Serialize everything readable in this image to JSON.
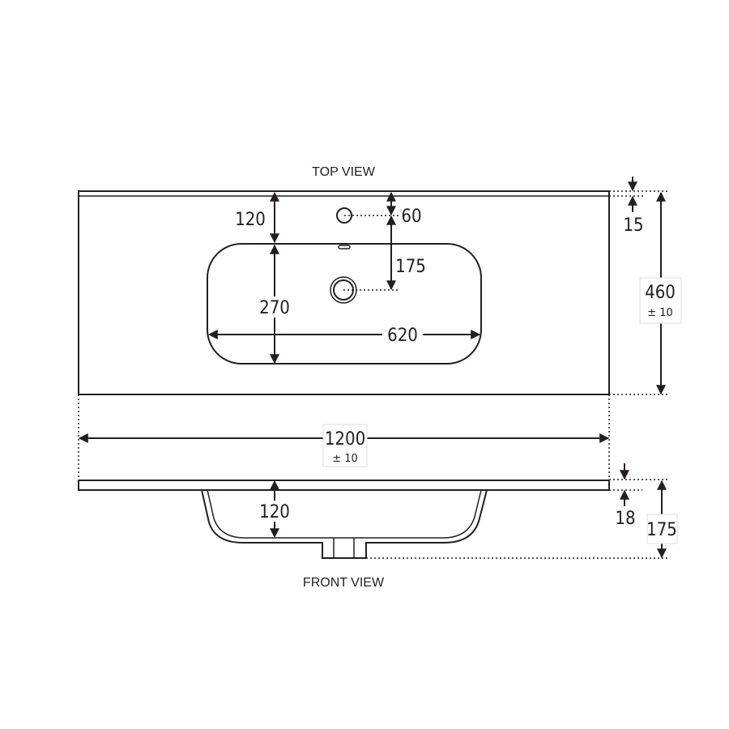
{
  "views": {
    "top": "TOP VIEW",
    "front": "FRONT VIEW"
  },
  "dimensions": {
    "overall_width": "1200",
    "overall_width_tol": "± 10",
    "overall_depth": "460",
    "overall_depth_tol": "± 10",
    "edge_lip": "15",
    "bowl_offset": "120",
    "bowl_depth": "270",
    "bowl_width": "620",
    "taphole_offset": "60",
    "waste_offset": "175",
    "bowl_height": "120",
    "slab_thickness": "18",
    "total_height": "175"
  },
  "colors": {
    "line": "#231f20"
  }
}
